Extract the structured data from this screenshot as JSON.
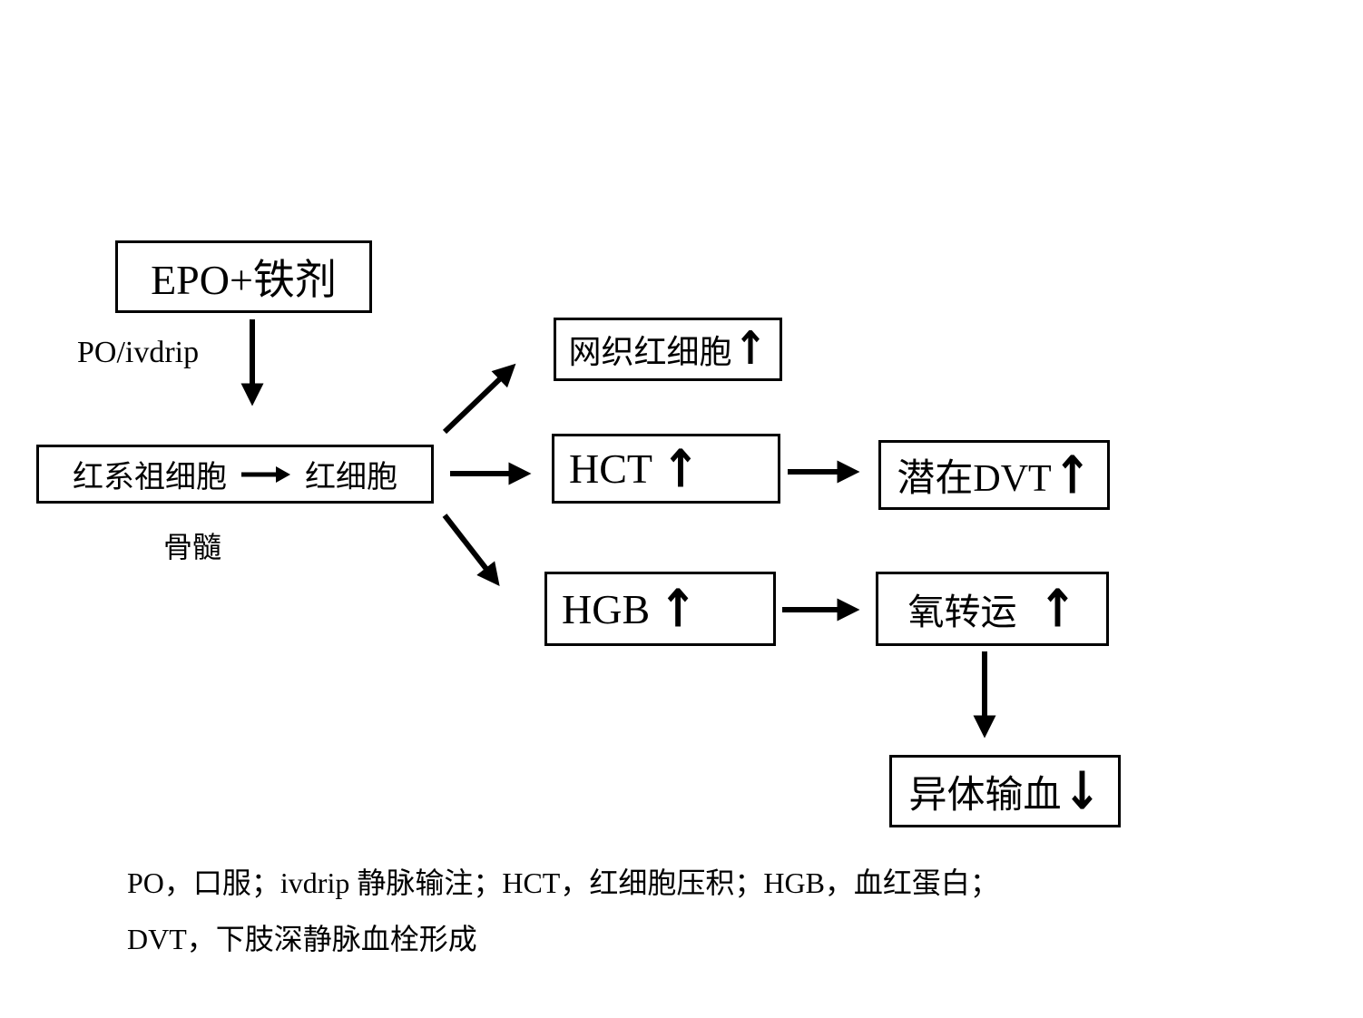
{
  "diagram": {
    "epo_box": {
      "label": "EPO+铁剂"
    },
    "route_label": "PO/ivdrip",
    "progenitor_box": {
      "left": "红系祖细胞",
      "right": "红细胞"
    },
    "marrow_label": "骨髓",
    "reticulocyte_box": {
      "label": "网织红细胞",
      "arrow": "↑"
    },
    "hct_box": {
      "label": "HCT",
      "arrow": "↑"
    },
    "hgb_box": {
      "label": "HGB",
      "arrow": "↑"
    },
    "dvt_box": {
      "label": "潜在DVT",
      "arrow": "↑"
    },
    "oxygen_box": {
      "label": "氧转运",
      "arrow": "↑"
    },
    "transfusion_box": {
      "label": "异体输血",
      "arrow": "↓"
    },
    "footnote_line1": "PO，口服；ivdrip 静脉输注；HCT，红细胞压积；HGB，血红蛋白；",
    "footnote_line2": "DVT，下肢深静脉血栓形成",
    "colors": {
      "ink": "#000000",
      "background": "#ffffff"
    }
  }
}
